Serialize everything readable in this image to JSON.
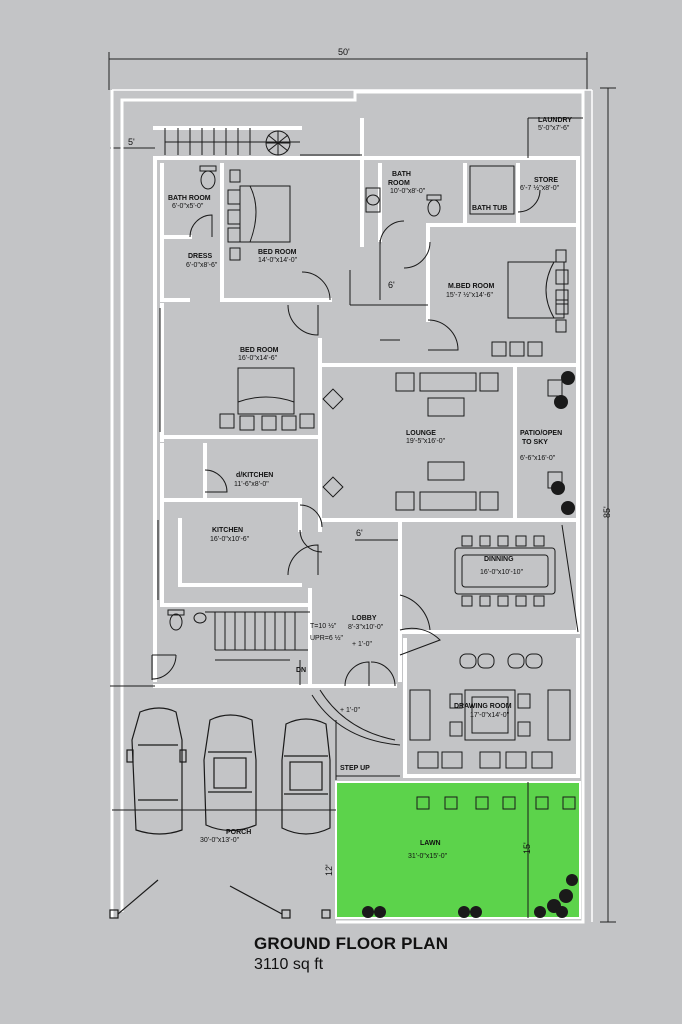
{
  "title": "GROUND FLOOR PLAN",
  "area": "3110 sq ft",
  "dimensions": {
    "width_top": "50'",
    "height_right": "85'",
    "setback_left": "5'",
    "door_6a": "6'",
    "door_6b": "6'",
    "lawn_left": "12'",
    "lawn_right": "15'"
  },
  "rooms": {
    "laundry": {
      "name": "LAUNDRY",
      "size": "5'-0\"x7'-6\""
    },
    "bath_left": {
      "name": "BATH ROOM",
      "size": "6'-0\"x5'-0\""
    },
    "bed_top": {
      "name": "BED ROOM",
      "size": "14'-0\"x14'-0\""
    },
    "bath_mid": {
      "name": "BATH",
      "name2": "ROOM",
      "size": "10'-0\"x8'-0\""
    },
    "bath_tub": {
      "name": "BATH TUB"
    },
    "store": {
      "name": "STORE",
      "size": "6'-7 ½\"x8'-0\""
    },
    "dress": {
      "name": "DRESS",
      "size": "6'-0\"x8'-6\""
    },
    "m_bed": {
      "name": "M.BED ROOM",
      "size": "15'-7 ½\"x14'-6\""
    },
    "bed_mid": {
      "name": "BED ROOM",
      "size": "16'-0\"x14'-6\""
    },
    "lounge": {
      "name": "LOUNGE",
      "size": "19'-5\"x16'-0\""
    },
    "patio": {
      "name": "PATIO/OPEN",
      "name2": "TO SKY",
      "size": "6'-6\"x16'-0\""
    },
    "dkitchen": {
      "name": "d/KITCHEN",
      "size": "11'-6\"x8'-0\""
    },
    "kitchen": {
      "name": "KITCHEN",
      "size": "16'-0\"x10'-6\""
    },
    "dining": {
      "name": "DINNING",
      "size": "16'-0\"x10'-10\""
    },
    "lobby": {
      "name": "LOBBY",
      "size": "8'-3\"x10'-0\"",
      "level": "+ 1'-0\""
    },
    "drawing": {
      "name": "DRAWING ROOM",
      "size": "17'-0\"x14'-0\""
    },
    "porch": {
      "name": "PORCH",
      "size": "30'-0\"x13'-0\""
    },
    "lawn": {
      "name": "LAWN",
      "size": "31'-0\"x15'-0\""
    }
  },
  "stair_notes": {
    "tread": "T=10 ½\"",
    "riser": "UPR=6 ½\"",
    "down": "DN",
    "step_level": "+ 1'-0\"",
    "step_up": "STEP UP"
  },
  "colors": {
    "background": "#c3c4c6",
    "line": "#1a1a1a",
    "lawn": "#5cd34b",
    "wall": "#ffffff"
  }
}
